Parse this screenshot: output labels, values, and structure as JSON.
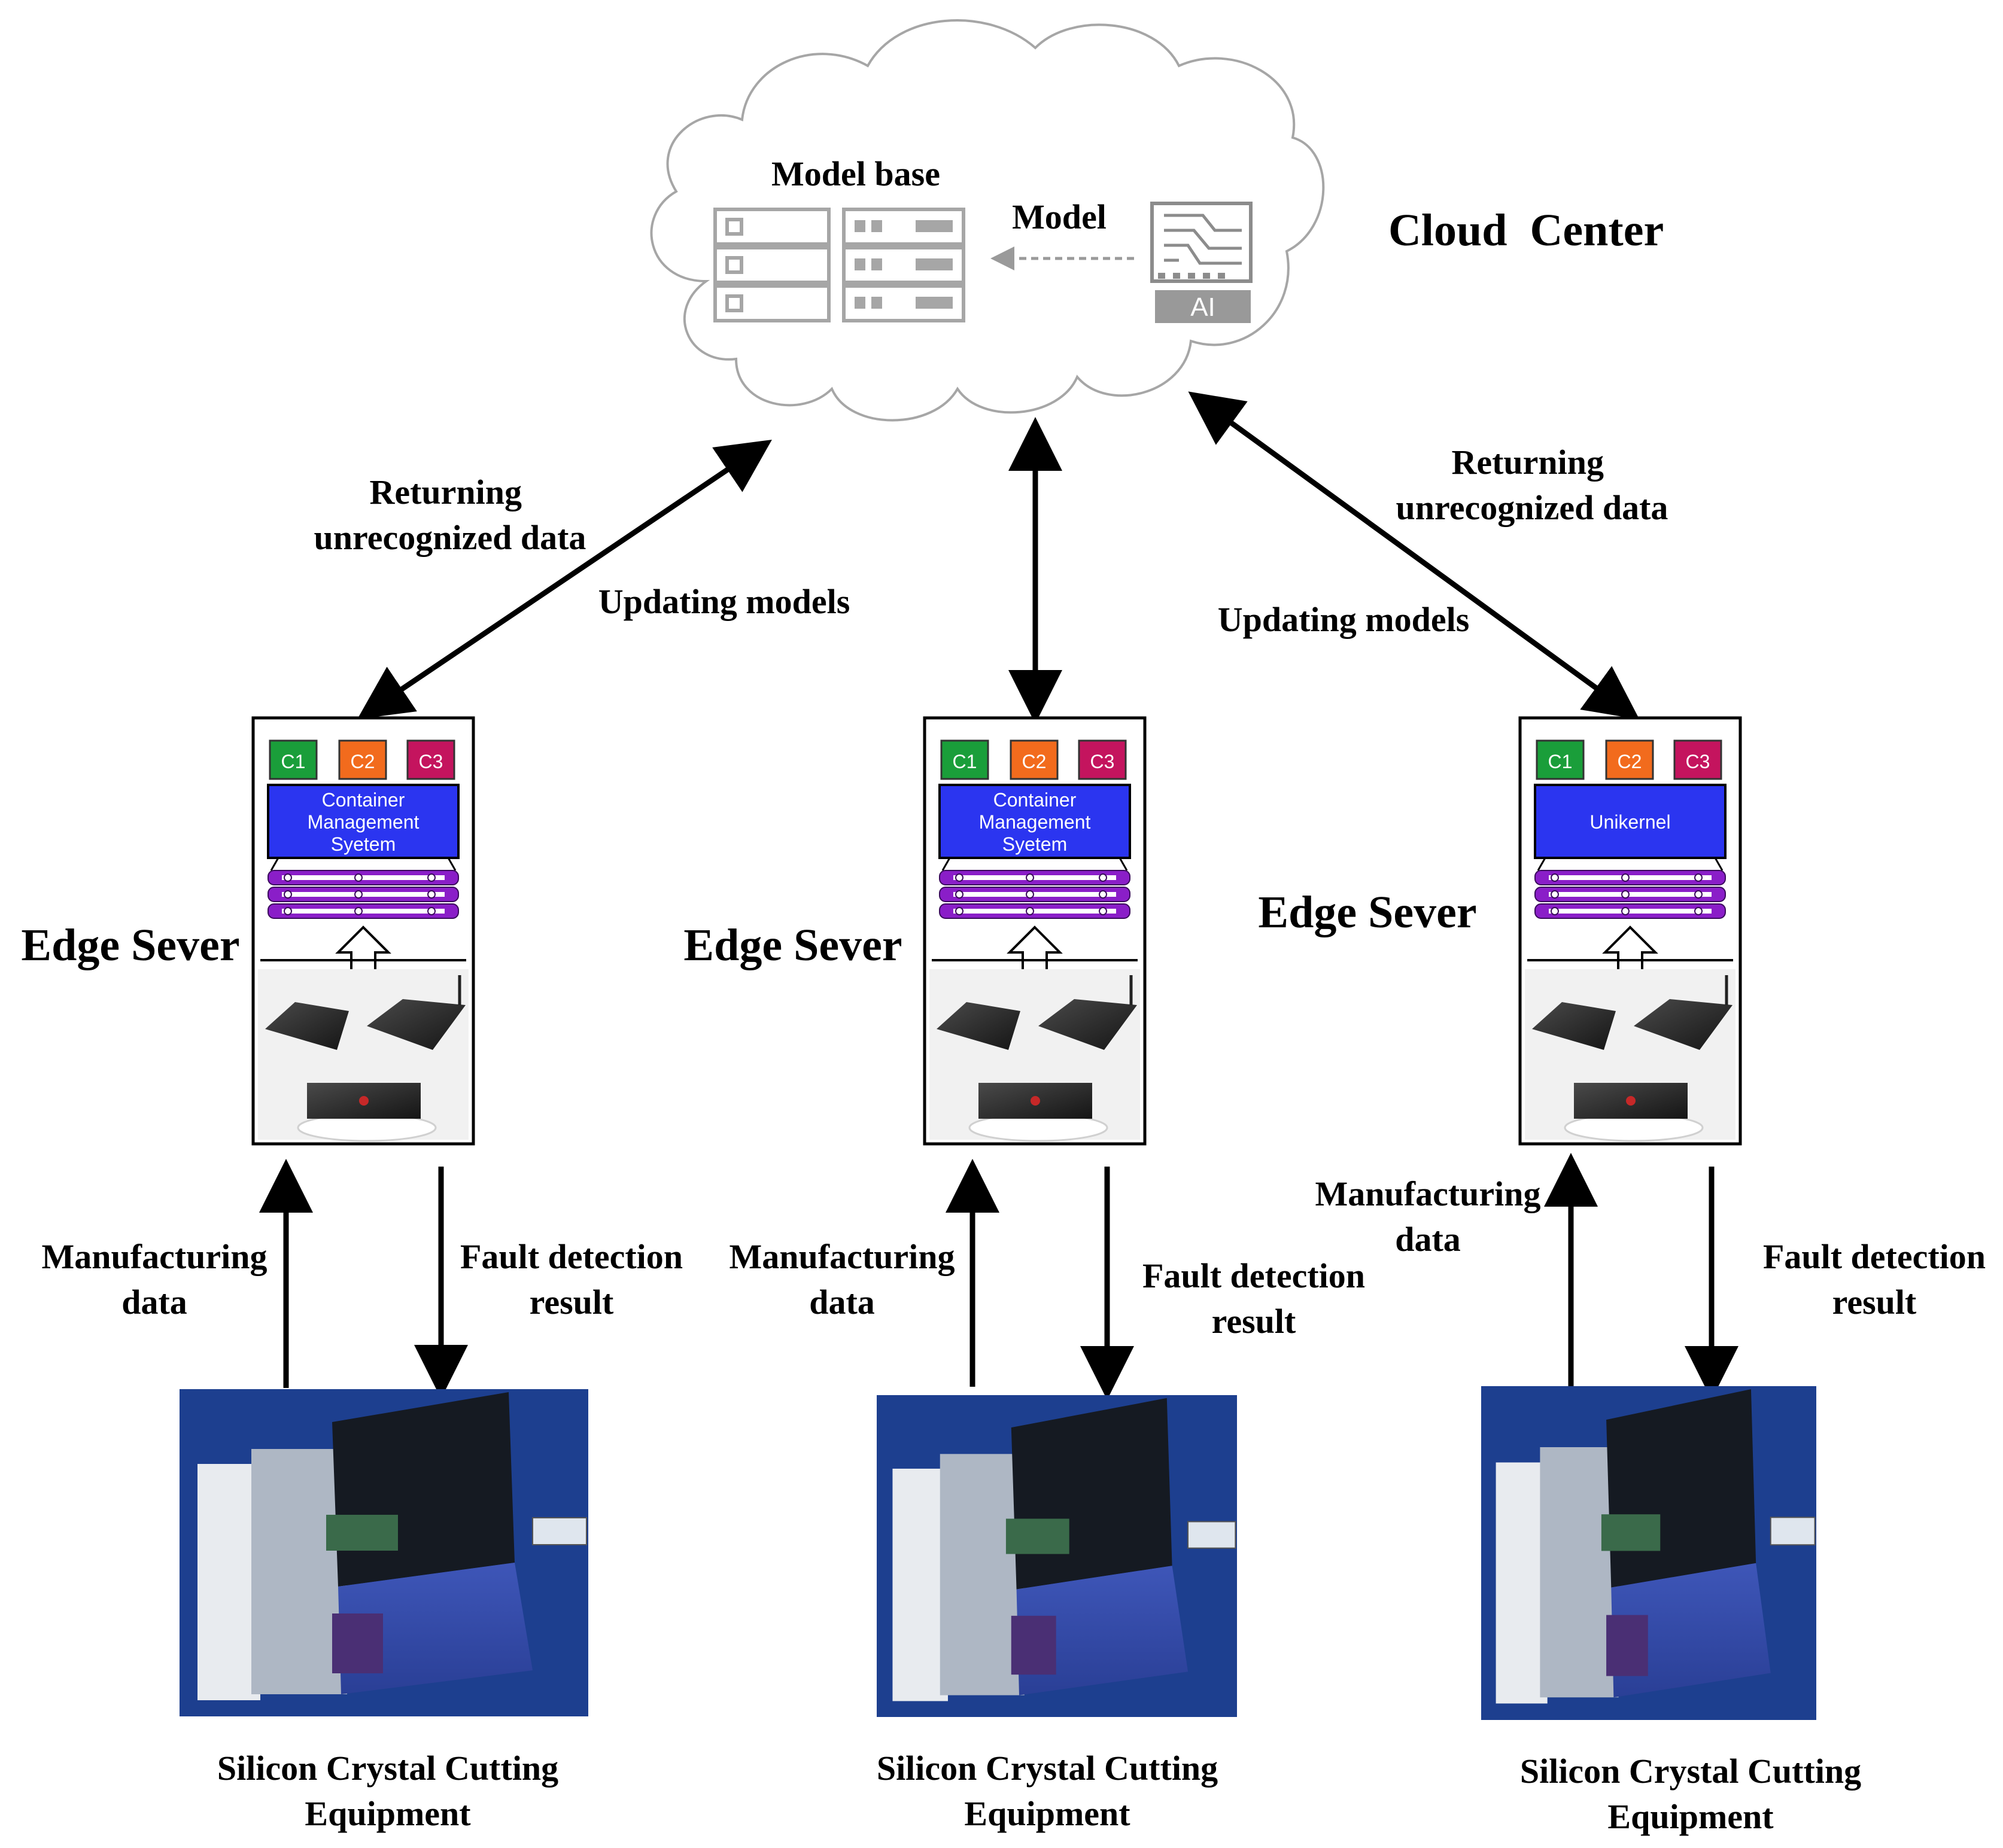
{
  "cloud": {
    "title": "Cloud  Center",
    "model_base_label": "Model base",
    "model_label": "Model",
    "ai_label": "AI"
  },
  "links": {
    "left_returning": [
      "Returning",
      "unrecognized data"
    ],
    "left_updating": "Updating models",
    "right_returning": [
      "Returning",
      "unrecognized data"
    ],
    "right_updating": "Updating models"
  },
  "edge_servers": [
    {
      "label": "Edge Sever",
      "containers": [
        "C1",
        "C2",
        "C3"
      ],
      "system_label": [
        "Container",
        "Management",
        "Syetem"
      ],
      "up_label": [
        "Manufacturing",
        "data"
      ],
      "down_label": [
        "Fault detection",
        "result"
      ],
      "equipment_label": [
        "Silicon Crystal Cutting",
        "Equipment"
      ]
    },
    {
      "label": "Edge Sever",
      "containers": [
        "C1",
        "C2",
        "C3"
      ],
      "system_label": [
        "Container",
        "Management",
        "Syetem"
      ],
      "up_label": [
        "Manufacturing",
        "data"
      ],
      "down_label": [
        "Fault detection",
        "result"
      ],
      "equipment_label": [
        "Silicon Crystal Cutting",
        "Equipment"
      ]
    },
    {
      "label": "Edge Sever",
      "containers": [
        "C1",
        "C2",
        "C3"
      ],
      "system_label": [
        "Unikernel"
      ],
      "up_label": [
        "Manufacturing",
        "data"
      ],
      "down_label": [
        "Fault detection",
        "result"
      ],
      "equipment_label": [
        "Silicon Crystal Cutting",
        "Equipment"
      ]
    }
  ],
  "colors": {
    "container_c1": "#1a9e3a",
    "container_c2": "#f26b1d",
    "container_c3": "#c4145e",
    "system_box": "#2b35f0",
    "rack": "#8a1ec8",
    "equipment_bg": "#1d3f8f",
    "cloud_stroke": "#a6a6a6"
  }
}
